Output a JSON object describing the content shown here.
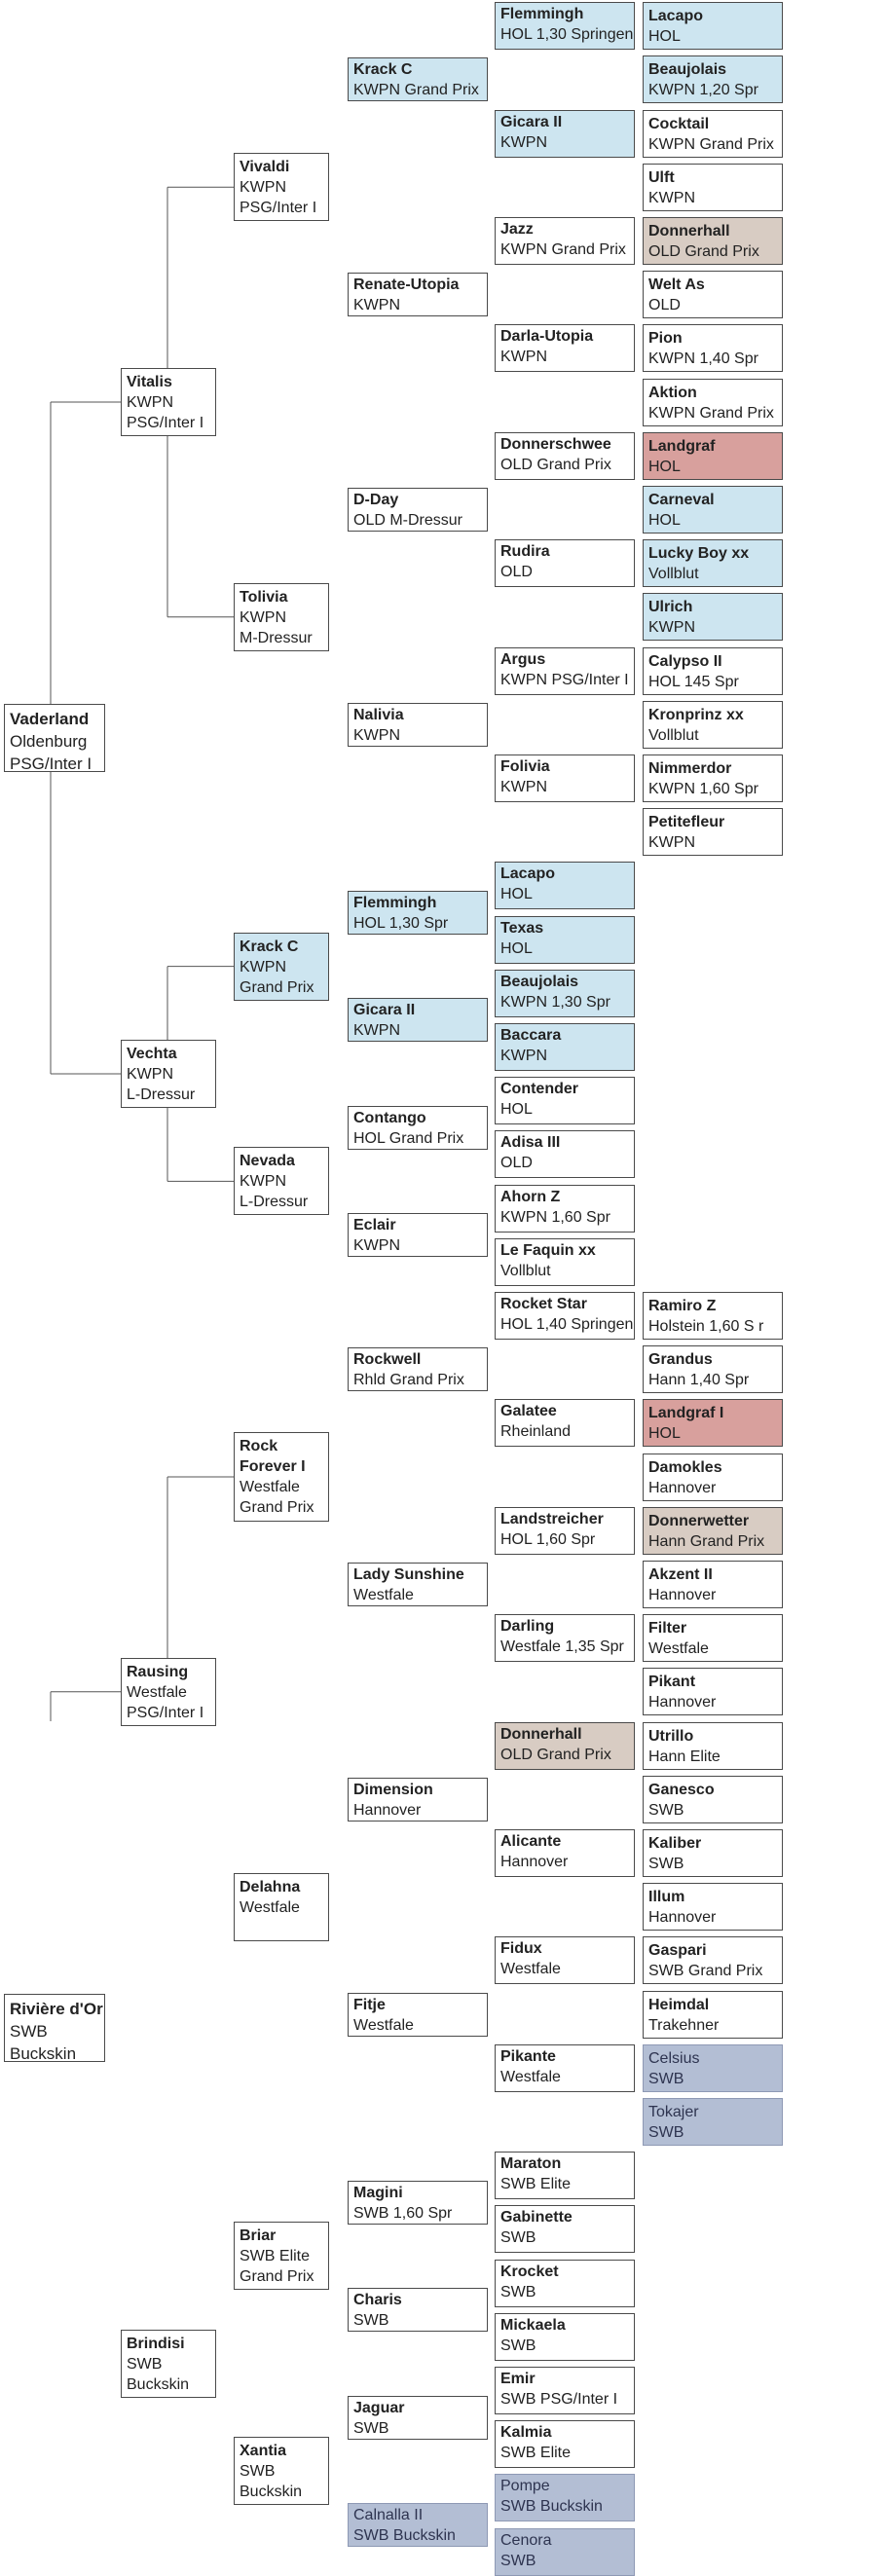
{
  "pedigree": {
    "subject": {
      "name": "Vaderland",
      "lines": [
        "Oldenburg",
        "PSG/Inter I"
      ],
      "sire": {
        "name": "Vitalis",
        "lines": [
          "KWPN",
          "PSG/Inter I"
        ],
        "sire": {
          "name": "Vivaldi",
          "lines": [
            "KWPN",
            "PSG/Inter I"
          ],
          "sire": {
            "name": "Krack C",
            "lines": [
              "KWPN Grand Prix"
            ],
            "color": "blue",
            "sire": {
              "name": "Flemmingh",
              "lines": [
                "HOL 1,30 Springen"
              ],
              "color": "blue",
              "sire": {
                "name": "Lacapo",
                "lines": [
                  "HOL"
                ],
                "color": "blue"
              },
              "dam": {
                "name": "Beaujolais",
                "lines": [
                  "KWPN 1,20 Spr"
                ],
                "color": "blue"
              }
            },
            "dam": {
              "name": "Gicara II",
              "lines": [
                "KWPN"
              ],
              "color": "blue",
              "sire": {
                "name": "Cocktail",
                "lines": [
                  "KWPN Grand Prix"
                ]
              },
              "dam": {
                "name": "Ulft",
                "lines": [
                  "KWPN"
                ]
              }
            }
          },
          "dam": {
            "name": "Renate-Utopia",
            "lines": [
              "KWPN"
            ],
            "sire": {
              "name": "Jazz",
              "lines": [
                "KWPN Grand Prix"
              ],
              "sire": {
                "name": "Donnerhall",
                "lines": [
                  "OLD Grand Prix"
                ],
                "color": "tan"
              },
              "dam": {
                "name": "Welt As",
                "lines": [
                  "OLD"
                ]
              }
            },
            "dam": {
              "name": "Darla-Utopia",
              "lines": [
                "KWPN"
              ],
              "sire": {
                "name": "Pion",
                "lines": [
                  "KWPN 1,40 Spr"
                ]
              },
              "dam": {
                "name": "Aktion",
                "lines": [
                  "KWPN Grand Prix"
                ]
              }
            }
          }
        },
        "dam": {
          "name": "Tolivia",
          "lines": [
            "KWPN",
            "M-Dressur"
          ],
          "sire": {
            "name": "D-Day",
            "lines": [
              "OLD M-Dressur"
            ],
            "sire": {
              "name": "Donnerschwee",
              "lines": [
                "OLD Grand Prix"
              ],
              "sire": {
                "name": "Landgraf",
                "lines": [
                  "HOL"
                ],
                "color": "red"
              },
              "dam": {
                "name": "Carneval",
                "lines": [
                  "HOL"
                ],
                "color": "blue"
              }
            },
            "dam": {
              "name": "Rudira",
              "lines": [
                "OLD"
              ],
              "sire": {
                "name": "Lucky Boy xx",
                "lines": [
                  "Vollblut"
                ],
                "color": "blue"
              },
              "dam": {
                "name": "Ulrich",
                "lines": [
                  "KWPN"
                ],
                "color": "blue"
              }
            }
          },
          "dam": {
            "name": "Nalivia",
            "lines": [
              "KWPN"
            ],
            "sire": {
              "name": "Argus",
              "lines": [
                "KWPN PSG/Inter I"
              ],
              "sire": {
                "name": "Calypso II",
                "lines": [
                  "HOL 145 Spr"
                ]
              },
              "dam": {
                "name": "Kronprinz xx",
                "lines": [
                  "Vollblut"
                ]
              }
            },
            "dam": {
              "name": "Folivia",
              "lines": [
                "KWPN"
              ],
              "sire": {
                "name": "Nimmerdor",
                "lines": [
                  "KWPN 1,60 Spr"
                ]
              },
              "dam": {
                "name": "Petitefleur",
                "lines": [
                  "KWPN"
                ]
              }
            }
          }
        }
      },
      "dam": {
        "name": "Vechta",
        "lines": [
          "KWPN",
          "L-Dressur"
        ],
        "sire": {
          "name": "Krack C",
          "lines": [
            "KWPN",
            "Grand Prix"
          ],
          "color": "blue",
          "sire": {
            "name": "Flemmingh",
            "lines": [
              "HOL 1,30 Spr"
            ],
            "color": "blue",
            "sire": {
              "name": "Lacapo",
              "lines": [
                "HOL"
              ],
              "color": "blue"
            },
            "dam": {
              "name": "Texas",
              "lines": [
                "HOL"
              ],
              "color": "blue"
            }
          },
          "dam": {
            "name": "Gicara II",
            "lines": [
              "KWPN"
            ],
            "color": "blue",
            "sire": {
              "name": "Beaujolais",
              "lines": [
                "KWPN 1,30 Spr"
              ],
              "color": "blue"
            },
            "dam": {
              "name": "Baccara",
              "lines": [
                "KWPN"
              ],
              "color": "blue"
            }
          }
        },
        "dam": {
          "name": "Nevada",
          "lines": [
            "KWPN",
            "L-Dressur"
          ],
          "sire": {
            "name": "Contango",
            "lines": [
              "HOL Grand Prix"
            ],
            "sire": {
              "name": "Contender",
              "lines": [
                "HOL"
              ]
            },
            "dam": {
              "name": "Adisa III",
              "lines": [
                "OLD"
              ]
            }
          },
          "dam": {
            "name": "Eclair",
            "lines": [
              "KWPN"
            ],
            "sire": {
              "name": "Ahorn Z",
              "lines": [
                "KWPN 1,60 Spr"
              ]
            },
            "dam": {
              "name": "Le Faquin xx",
              "lines": [
                "Vollblut"
              ]
            }
          }
        }
      }
    },
    "dam_subject": {
      "name": "Rivière d'Or",
      "lines": [
        "SWB",
        "Buckskin"
      ],
      "sire": {
        "name": "Rausing",
        "lines": [
          "Westfale",
          "PSG/Inter I"
        ],
        "sire": {
          "name": "Rock Forever I",
          "lines": [
            "Westfale",
            "Grand Prix"
          ],
          "name_wrap": [
            "Rock",
            "Forever I"
          ],
          "sire": {
            "name": "Rockwell",
            "lines": [
              "Rhld Grand Prix"
            ],
            "sire": {
              "name": "Rocket Star",
              "lines": [
                "HOL 1,40 Springen"
              ],
              "sire": {
                "name": "Ramiro Z",
                "lines": [
                  "Holstein 1,60 S r"
                ]
              },
              "dam": {
                "name": "Grandus",
                "lines": [
                  "Hann 1,40 Spr"
                ]
              }
            },
            "dam": {
              "name": "Galatee",
              "lines": [
                "Rheinland"
              ],
              "sire": {
                "name": "Landgraf I",
                "lines": [
                  "HOL"
                ],
                "color": "red"
              },
              "dam": {
                "name": "Damokles",
                "lines": [
                  "Hannover"
                ]
              }
            }
          },
          "dam": {
            "name": "Lady Sunshine",
            "lines": [
              "Westfale"
            ],
            "sire": {
              "name": "Landstreicher",
              "lines": [
                "HOL 1,60 Spr"
              ],
              "sire": {
                "name": "Donnerwetter",
                "lines": [
                  "Hann Grand Prix"
                ],
                "color": "tan"
              },
              "dam": {
                "name": "Akzent II",
                "lines": [
                  "Hannover"
                ]
              }
            },
            "dam": {
              "name": "Darling",
              "lines": [
                "Westfale 1,35 Spr"
              ],
              "sire": {
                "name": "Filter",
                "lines": [
                  "Westfale"
                ]
              },
              "dam": {
                "name": "Pikant",
                "lines": [
                  "Hannover"
                ]
              }
            }
          }
        },
        "dam": {
          "name": "Delahna",
          "lines": [
            "Westfale"
          ],
          "sire": {
            "name": "Dimension",
            "lines": [
              "Hannover"
            ],
            "sire": {
              "name": "Donnerhall",
              "lines": [
                "OLD Grand Prix"
              ],
              "color": "tan",
              "sire": {
                "name": "Utrillo",
                "lines": [
                  "Hann Elite"
                ]
              },
              "dam": {
                "name": "Ganesco",
                "lines": [
                  "SWB"
                ]
              }
            },
            "dam": {
              "name": "Alicante",
              "lines": [
                "Hannover"
              ],
              "sire": {
                "name": "Kaliber",
                "lines": [
                  "SWB"
                ]
              },
              "dam": {
                "name": "Illum",
                "lines": [
                  "Hannover"
                ]
              }
            }
          },
          "dam": {
            "name": "Fitje",
            "lines": [
              "Westfale"
            ],
            "sire": {
              "name": "Fidux",
              "lines": [
                "Westfale"
              ],
              "sire": {
                "name": "Gaspari",
                "lines": [
                  "SWB Grand Prix"
                ]
              },
              "dam": {
                "name": "Heimdal",
                "lines": [
                  "Trakehner"
                ]
              }
            },
            "dam": {
              "name": "Pikante",
              "lines": [
                "Westfale"
              ],
              "sire": {
                "name": "Celsius",
                "lines": [
                  "SWB"
                ],
                "color": "slate"
              },
              "dam": {
                "name": "Tokajer",
                "lines": [
                  "SWB"
                ],
                "color": "slate"
              }
            }
          }
        }
      },
      "dam": {
        "name": "Brindisi",
        "lines": [
          "SWB",
          "Buckskin"
        ],
        "sire": {
          "name": "Briar",
          "lines": [
            "SWB Elite",
            "Grand Prix"
          ],
          "sire": {
            "name": "Magini",
            "lines": [
              "SWB 1,60 Spr"
            ],
            "sire": {
              "name": "Maraton",
              "lines": [
                "SWB Elite"
              ]
            },
            "dam": {
              "name": "Gabinette",
              "lines": [
                "SWB"
              ]
            }
          },
          "dam": {
            "name": "Charis",
            "lines": [
              "SWB"
            ],
            "sire": {
              "name": "Krocket",
              "lines": [
                "SWB"
              ]
            },
            "dam": {
              "name": "Mickaela",
              "lines": [
                "SWB"
              ]
            }
          }
        },
        "dam": {
          "name": "Xantia",
          "lines": [
            "SWB",
            "Buckskin"
          ],
          "sire": {
            "name": "Jaguar",
            "lines": [
              "SWB"
            ],
            "sire": {
              "name": "Emir",
              "lines": [
                "SWB PSG/Inter I"
              ]
            },
            "dam": {
              "name": "Kalmia",
              "lines": [
                "SWB Elite"
              ]
            }
          },
          "dam": {
            "name": "Calnalla II",
            "lines": [
              "SWB Buckskin"
            ],
            "color": "slate",
            "sire": {
              "name": "Pompe",
              "lines": [
                "SWB Buckskin"
              ],
              "color": "slate"
            },
            "dam": {
              "name": "Cenora",
              "lines": [
                "SWB"
              ],
              "color": "slate"
            }
          }
        }
      }
    }
  },
  "colors": {
    "blue": "#cde5f0",
    "tan": "#d8ccc3",
    "red": "#d8a09d",
    "slate": "#b3bed4",
    "border": "#4a4a4a",
    "line": "#555555"
  }
}
